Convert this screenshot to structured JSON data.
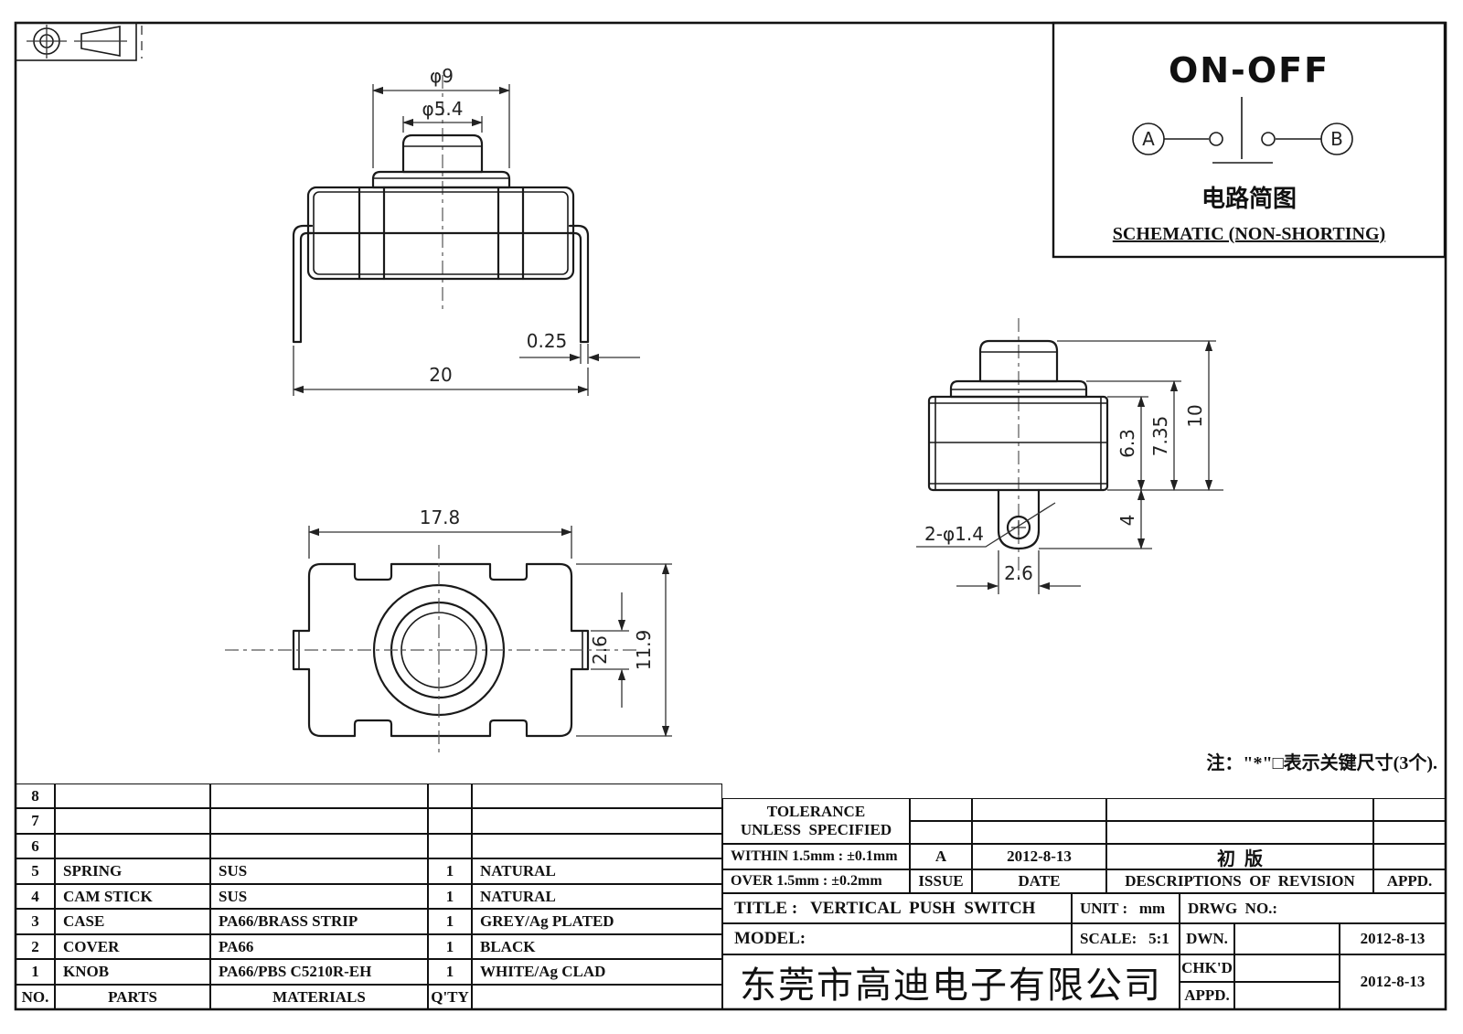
{
  "schematic": {
    "title": "ON-OFF",
    "terminal_a": "A",
    "terminal_b": "B",
    "caption_cn": "电路简图",
    "caption_en": "SCHEMATIC (NON-SHORTING)"
  },
  "note": "注：\"*\"□表示关键尺寸(3个).",
  "front_view": {
    "dim_knob_top": "φ5.4",
    "dim_knob_base": "φ9",
    "dim_lead_thickness": "0.25",
    "dim_lead_span": "20"
  },
  "top_view": {
    "dim_width": "17.8",
    "dim_tab": "2.6",
    "dim_depth": "11.9"
  },
  "side_view": {
    "dim_body_height": "6.3",
    "dim_flange_height": "7.35",
    "dim_total_height": "10",
    "dim_pin_length": "4",
    "dim_pin_width": "2.6",
    "dim_holes": "2-φ1.4"
  },
  "parts_table": {
    "headers": {
      "no": "NO.",
      "parts": "PARTS",
      "materials": "MATERIALS",
      "qty": "Q'TY",
      "finish": ""
    },
    "rows": [
      {
        "no": "8",
        "part": "",
        "material": "",
        "qty": "",
        "finish": ""
      },
      {
        "no": "7",
        "part": "",
        "material": "",
        "qty": "",
        "finish": ""
      },
      {
        "no": "6",
        "part": "",
        "material": "",
        "qty": "",
        "finish": ""
      },
      {
        "no": "5",
        "part": "SPRING",
        "material": "SUS",
        "qty": "1",
        "finish": "NATURAL"
      },
      {
        "no": "4",
        "part": "CAM STICK",
        "material": "SUS",
        "qty": "1",
        "finish": "NATURAL"
      },
      {
        "no": "3",
        "part": "CASE",
        "material": "PA66/BRASS STRIP",
        "qty": "1",
        "finish": "GREY/Ag PLATED"
      },
      {
        "no": "2",
        "part": "COVER",
        "material": "PA66",
        "qty": "1",
        "finish": "BLACK"
      },
      {
        "no": "1",
        "part": "KNOB",
        "material": "PA66/PBS C5210R-EH",
        "qty": "1",
        "finish": "WHITE/Ag CLAD"
      }
    ]
  },
  "title_block": {
    "tolerance_line1": "TOLERANCE",
    "tolerance_line2": "UNLESS  SPECIFIED",
    "within": "WITHIN 1.5mm : ±0.1mm",
    "over": "OVER 1.5mm : ±0.2mm",
    "issue_value": "A",
    "issue_label": "ISSUE",
    "date_value": "2012-8-13",
    "date_label": "DATE",
    "revision_value": "初  版",
    "revision_label": "DESCRIPTIONS  OF  REVISION",
    "appd_label": "APPD.",
    "title": "TITLE :   VERTICAL  PUSH  SWITCH",
    "unit": "UNIT :   mm",
    "drwg_no": "DRWG  NO.:",
    "model": "MODEL:",
    "scale": "SCALE:   5:1",
    "dwn_label": "DWN.",
    "dwn_date": "2012-8-13",
    "chkd_label": "CHK'D",
    "chk_date": "2012-8-13",
    "appd_row_label": "APPD.",
    "company": "东莞市高迪电子有限公司"
  }
}
